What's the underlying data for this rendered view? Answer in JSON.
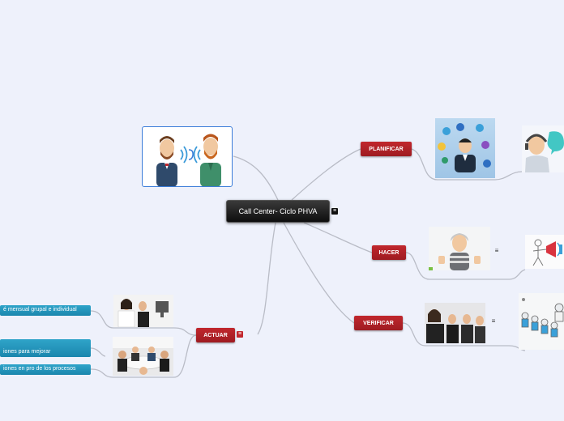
{
  "central": {
    "label": "Call Center- Ciclo PHVA"
  },
  "branches": {
    "planificar": "PLANIFICAR",
    "hacer": "HACER",
    "verificar": "VERIFICAR",
    "actuar": "ACTUAR"
  },
  "actuar_items": [
    "é mensual grupal e individual",
    "iones para mejorar\n desempeño",
    "iones en pro de los procesos"
  ],
  "icons": {
    "central_note": "notes-icon",
    "actuar_note": "notes-icon",
    "hacer_note": "notes-icon",
    "verificar_note": "notes-icon",
    "note_glyph": "≡"
  },
  "colors": {
    "branch": "#c1272d",
    "central": "#111111",
    "leaf": "#2fa4c9",
    "connector": "#b9bcc6",
    "background": "#eef1fb"
  }
}
